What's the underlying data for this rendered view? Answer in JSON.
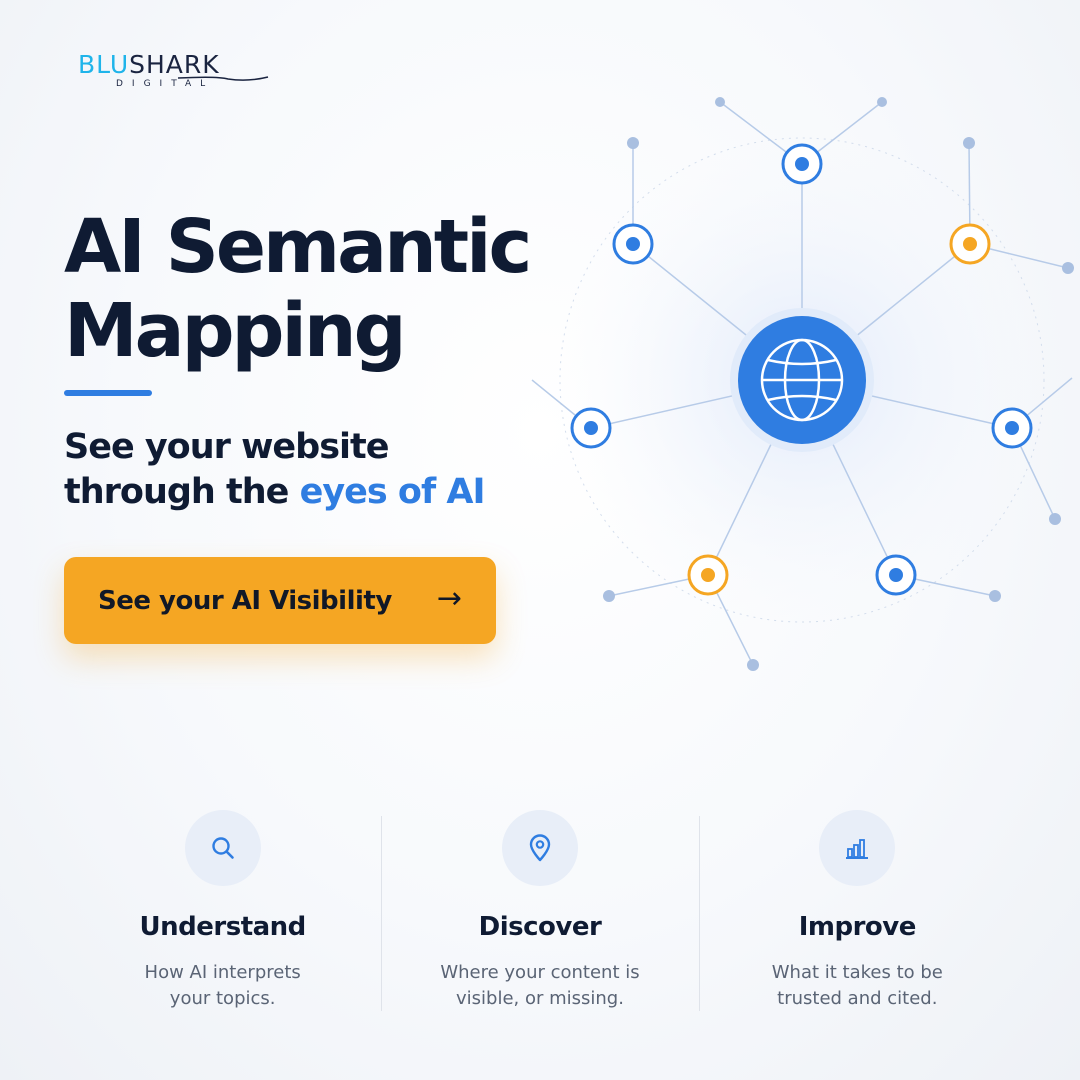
{
  "brand": {
    "name_part1": "BLU",
    "name_part2": "SHARK",
    "tagline": "DIGITAL",
    "colors": {
      "primary": "#1fb4ea",
      "dark": "#1a2440"
    }
  },
  "hero": {
    "title_line1": "AI Semantic",
    "title_line2": "Mapping",
    "subtitle_line1": "See your website",
    "subtitle_line2_prefix": "through the ",
    "subtitle_highlight": "eyes of AI",
    "accent_color": "#2f7de1"
  },
  "cta": {
    "label": "See your AI Visibility",
    "arrow": "→",
    "color": "#f5a623"
  },
  "network": {
    "center_icon": "globe-icon",
    "node_colors": {
      "blue": "#2f7de1",
      "orange": "#f5a623"
    }
  },
  "features": [
    {
      "icon": "search-icon",
      "title": "Understand",
      "desc_line1": "How AI interprets",
      "desc_line2": "your topics."
    },
    {
      "icon": "location-pin-icon",
      "title": "Discover",
      "desc_line1": "Where your content is",
      "desc_line2": "visible, or missing."
    },
    {
      "icon": "bar-chart-icon",
      "title": "Improve",
      "desc_line1": "What it takes to be",
      "desc_line2": "trusted and cited."
    }
  ]
}
